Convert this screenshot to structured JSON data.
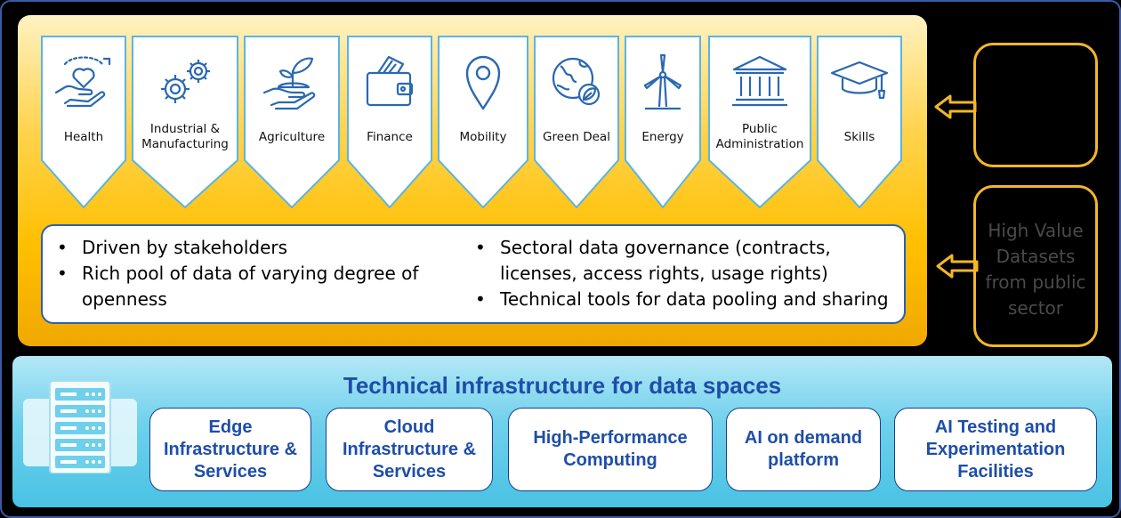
{
  "sectors": [
    {
      "label": "Health",
      "icon": "heart-hands-icon"
    },
    {
      "label": "Industrial &\nManufacturing",
      "icon": "gears-icon"
    },
    {
      "label": "Agriculture",
      "icon": "seedling-hand-icon"
    },
    {
      "label": "Finance",
      "icon": "wallet-icon"
    },
    {
      "label": "Mobility",
      "icon": "map-pin-icon"
    },
    {
      "label": "Green Deal",
      "icon": "globe-leaf-icon"
    },
    {
      "label": "Energy",
      "icon": "wind-turbine-icon"
    },
    {
      "label": "Public\nAdministration",
      "icon": "government-building-icon"
    },
    {
      "label": "Skills",
      "icon": "graduation-cap-icon"
    }
  ],
  "bullets_left": [
    "Driven by stakeholders",
    "Rich pool of data of varying degree of openness"
  ],
  "bullets_right": [
    "Sectoral data governance (contracts, licenses, access rights, usage rights)",
    "Technical tools for data pooling and sharing"
  ],
  "side": {
    "top_box_text": "",
    "bottom_box_text": "High Value Datasets from public sector"
  },
  "infra": {
    "title": "Technical infrastructure for data spaces",
    "icon": "server-rack-icon",
    "boxes": [
      "Edge\nInfrastructure &\nServices",
      "Cloud\nInfrastructure &\nServices",
      "High-Performance\nComputing",
      "AI on demand\nplatform",
      "AI Testing and\nExperimentation\nFacilities"
    ]
  },
  "colors": {
    "orange_panel": "#ffbf00",
    "blue_panel": "#49c2e4",
    "tile_border": "#5bb4e5",
    "icon_blue": "#2a68b1",
    "title_blue": "#1e4ea8",
    "arrow_gold": "#f2b824"
  }
}
